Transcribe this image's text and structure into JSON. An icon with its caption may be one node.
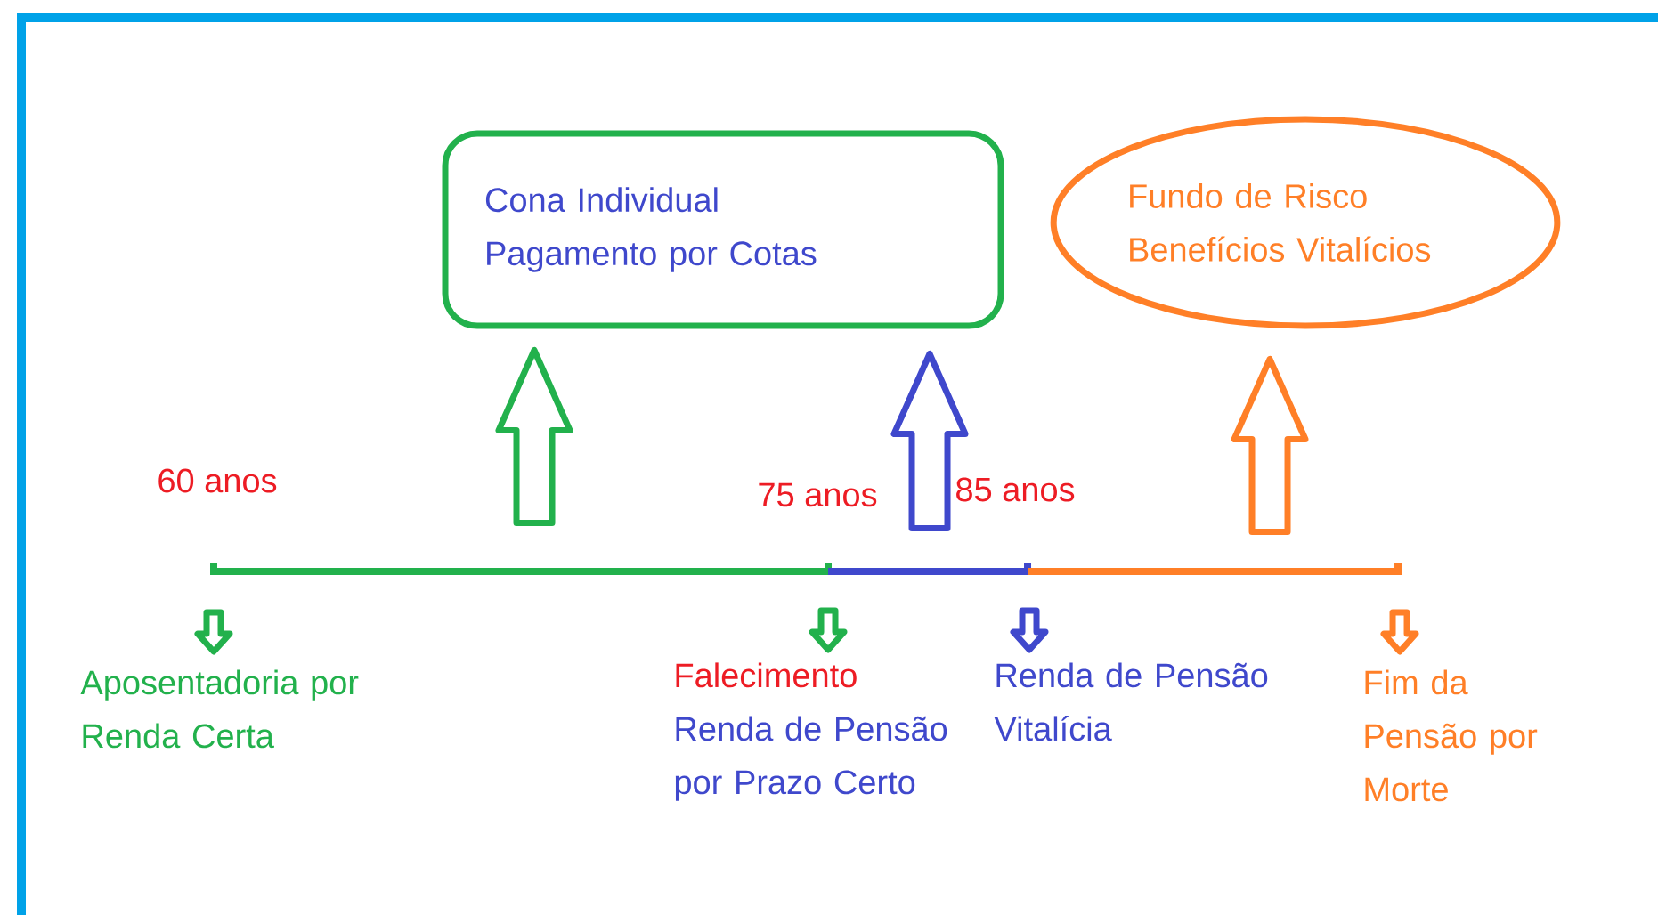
{
  "diagram": {
    "nodes": [
      {
        "text": [
          "Cona Individual Pagamento por Cotas"
        ]
      },
      {
        "text": [
          "Fundo de Risco Benefícios Vitalícios"
        ]
      },
      {
        "text": [
          "Aposentadoria por Renda Certa"
        ]
      },
      {
        "text": [
          "Falecimento",
          "Renda de Pensão por Prazo Certo"
        ]
      },
      {
        "text": [
          "Renda de Pensão Vitalícia"
        ]
      },
      {
        "text": [
          "Fim da Pensão por Morte"
        ]
      }
    ],
    "edges": [
      {
        "from": null,
        "to": 0,
        "arrow": "to",
        "color": "#22b14c"
      },
      {
        "from": null,
        "to": 0,
        "arrow": "to",
        "color": "#3f48cc"
      },
      {
        "from": null,
        "to": 1,
        "arrow": "to",
        "color": "#ff7f27"
      },
      {
        "from": null,
        "to": 2,
        "arrow": "to",
        "color": "#22b14c"
      },
      {
        "from": null,
        "to": 3,
        "arrow": "to",
        "color": "#22b14c"
      },
      {
        "from": null,
        "to": 4,
        "arrow": "to",
        "color": "#3f48cc"
      },
      {
        "from": null,
        "to": 5,
        "arrow": "to",
        "color": "#ff7f27"
      }
    ],
    "labels": [
      "60 anos",
      "75 anos",
      "85 anos"
    ]
  }
}
